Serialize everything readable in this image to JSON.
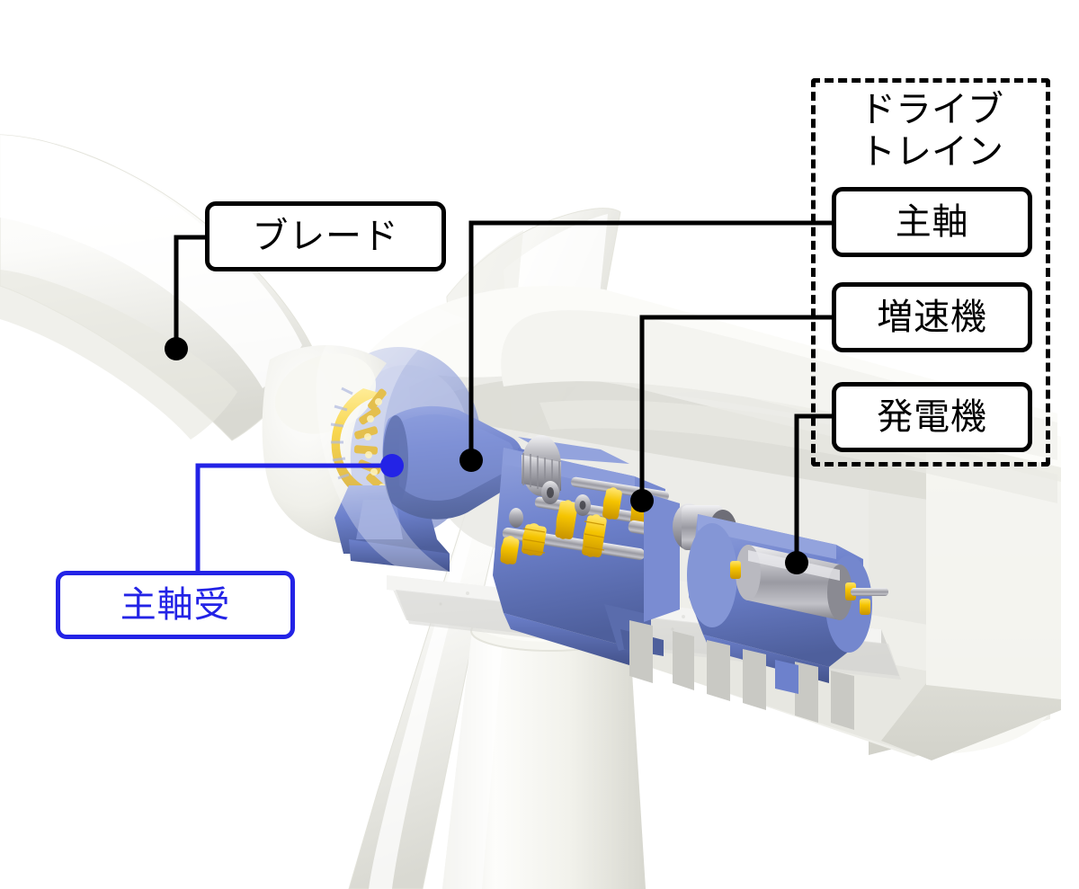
{
  "diagram": {
    "title_hidden": "",
    "colors": {
      "callout_stroke": "#000000",
      "bearing_accent": "#2323e6",
      "drivetrain_blue": "#6d81cc",
      "gear_gold": "#f5c400",
      "nacelle_white": "#f3f3f0",
      "background": "#ffffff"
    },
    "group": {
      "name": "drivetrain-group",
      "title": "ドライブ\nトレイン",
      "frame_style": "dashed"
    },
    "callouts": [
      {
        "id": "blade",
        "label": "ブレード",
        "color": "#000000",
        "target": "blade-surface"
      },
      {
        "id": "main-shaft",
        "label": "主軸",
        "color": "#000000",
        "target": "main-shaft-body"
      },
      {
        "id": "gearbox",
        "label": "増速機",
        "color": "#000000",
        "target": "gearbox-shaft"
      },
      {
        "id": "generator",
        "label": "発電機",
        "color": "#000000",
        "target": "generator-rotor"
      },
      {
        "id": "main-bearing",
        "label": "主軸受",
        "color": "#2323e6",
        "target": "main-shaft-bearing"
      }
    ],
    "illustration": {
      "name": "wind-turbine-nacelle-cutaway",
      "parts": [
        "blade-upper-left",
        "blade-upper-right",
        "blade-lower",
        "hub-nose",
        "nacelle-housing",
        "bedplate",
        "main-shaft-bearing",
        "main-shaft-body",
        "gearbox-housing",
        "gear-train",
        "coupling",
        "generator-rotor",
        "tower"
      ]
    }
  }
}
